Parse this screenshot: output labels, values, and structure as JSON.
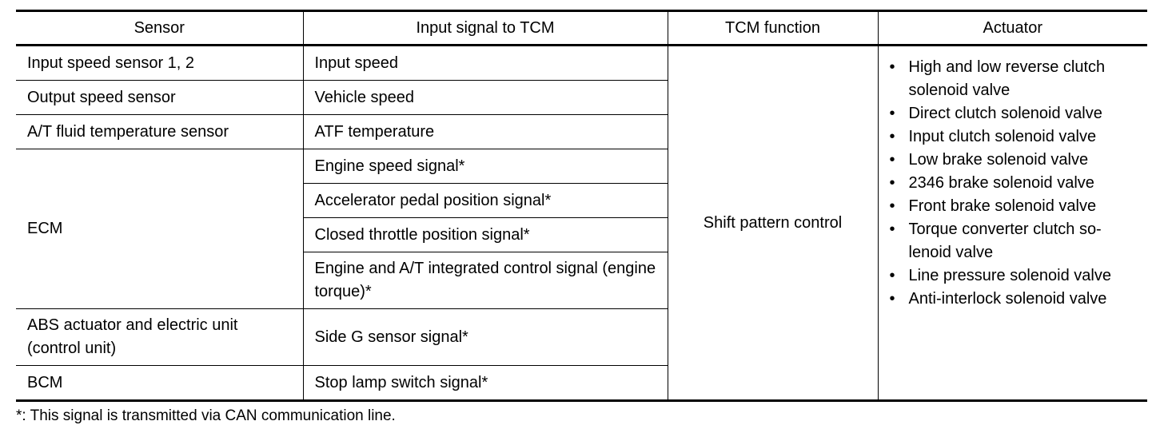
{
  "table": {
    "headers": [
      "Sensor",
      "Input signal to TCM",
      "TCM function",
      "Actuator"
    ],
    "function": "Shift pattern control",
    "sensors": [
      "Input speed sensor 1, 2",
      "Output speed sensor",
      "A/T fluid temperature sensor",
      "ECM",
      "ABS actuator and electric unit (control unit)",
      "BCM"
    ],
    "signals": [
      "Input speed",
      "Vehicle speed",
      "ATF temperature",
      "Engine speed signal*",
      "Accelerator pedal position signal*",
      "Closed throttle position signal*",
      "Engine and A/T integrated control signal (engine torque)*",
      "Side G sensor signal*",
      "Stop lamp switch signal*"
    ],
    "bullet": "•",
    "actuators": [
      "High and low reverse clutch solenoid valve",
      "Direct clutch solenoid valve",
      "Input clutch solenoid valve",
      "Low brake solenoid valve",
      "2346 brake solenoid valve",
      "Front brake solenoid valve",
      "Torque converter clutch so-lenoid valve",
      "Line pressure solenoid valve",
      "Anti-interlock solenoid valve"
    ]
  },
  "footnote": "*: This signal is transmitted via CAN communication line."
}
